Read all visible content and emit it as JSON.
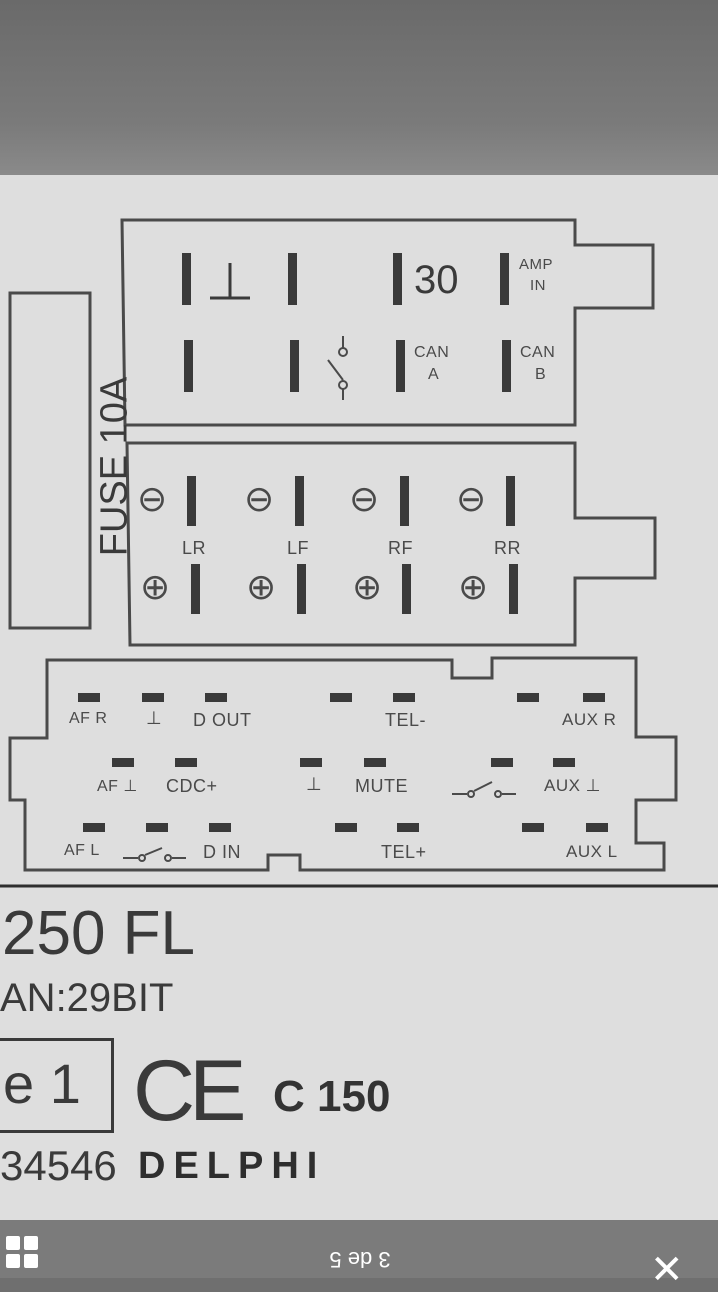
{
  "fuse": "FUSE 10A",
  "iso_a": {
    "pin_30": "30",
    "amp_in": "AMP\nIN",
    "amp_in_l1": "AMP",
    "amp_in_l2": "IN",
    "can_a_l1": "CAN",
    "can_a_l2": "A",
    "can_b_l1": "CAN",
    "can_b_l2": "B"
  },
  "iso_b": {
    "lr": "LR",
    "lf": "LF",
    "rf": "RF",
    "rr": "RR",
    "minus": "⊖",
    "plus": "⊕"
  },
  "aux_connector": {
    "af_r": "AF R",
    "ground1": "⊥",
    "d_out": "D OUT",
    "tel_minus": "TEL-",
    "aux_r": "AUX R",
    "af_gnd": "AF ⊥",
    "cdc_plus": "CDC+",
    "ground2": "⊥",
    "mute": "MUTE",
    "aux_gnd": "AUX ⊥",
    "af_l": "AF L",
    "d_in": "D IN",
    "tel_plus": "TEL+",
    "aux_l": "AUX L"
  },
  "model": "250 FL",
  "can_bits": "AN:29BIT",
  "type_box": "e 1",
  "ce_mark": "CE",
  "c_code": "C 150",
  "serial": "34546",
  "brand": "DELPHI",
  "page_indicator": "3 de 5",
  "close_icon": "close-icon",
  "grid_icon": "grid-icon"
}
